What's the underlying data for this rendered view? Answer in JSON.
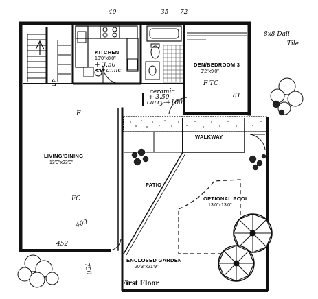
{
  "caption": "First Floor",
  "rooms": {
    "kitchen": {
      "name": "KITCHEN",
      "dims": "10'0\"x8'0\""
    },
    "den": {
      "name": "DEN/BEDROOM 3",
      "dims": "9'2\"x9'0\""
    },
    "living": {
      "name": "LIVING/DINING",
      "dims": "13'0\"x23'0\""
    },
    "walkway": {
      "name": "WALKWAY"
    },
    "patio": {
      "name": "PATIO"
    },
    "pool": {
      "name": "OPTIONAL POOL",
      "dims": "13'0\"x13'0\""
    },
    "garden": {
      "name": "ENCLOSED GARDEN",
      "dims": "20'3\"x21'9\""
    }
  },
  "stair_label": "UP",
  "notes": {
    "tile_line1": "8x8 Dali",
    "tile_line2": "Tile",
    "n40": "40",
    "n35": "35",
    "n72": "72",
    "kitchen_note1": "+ 3.50",
    "kitchen_note2": "ceramic",
    "hall_note1": "ceramic",
    "hall_note2": "+ 3.50",
    "hall_note3": "carry-+100",
    "den_fc": "F  TC",
    "den_81": "81",
    "living_f": "F",
    "living_fc": "FC",
    "living_400": "400",
    "n452": "452",
    "n750": "750"
  }
}
